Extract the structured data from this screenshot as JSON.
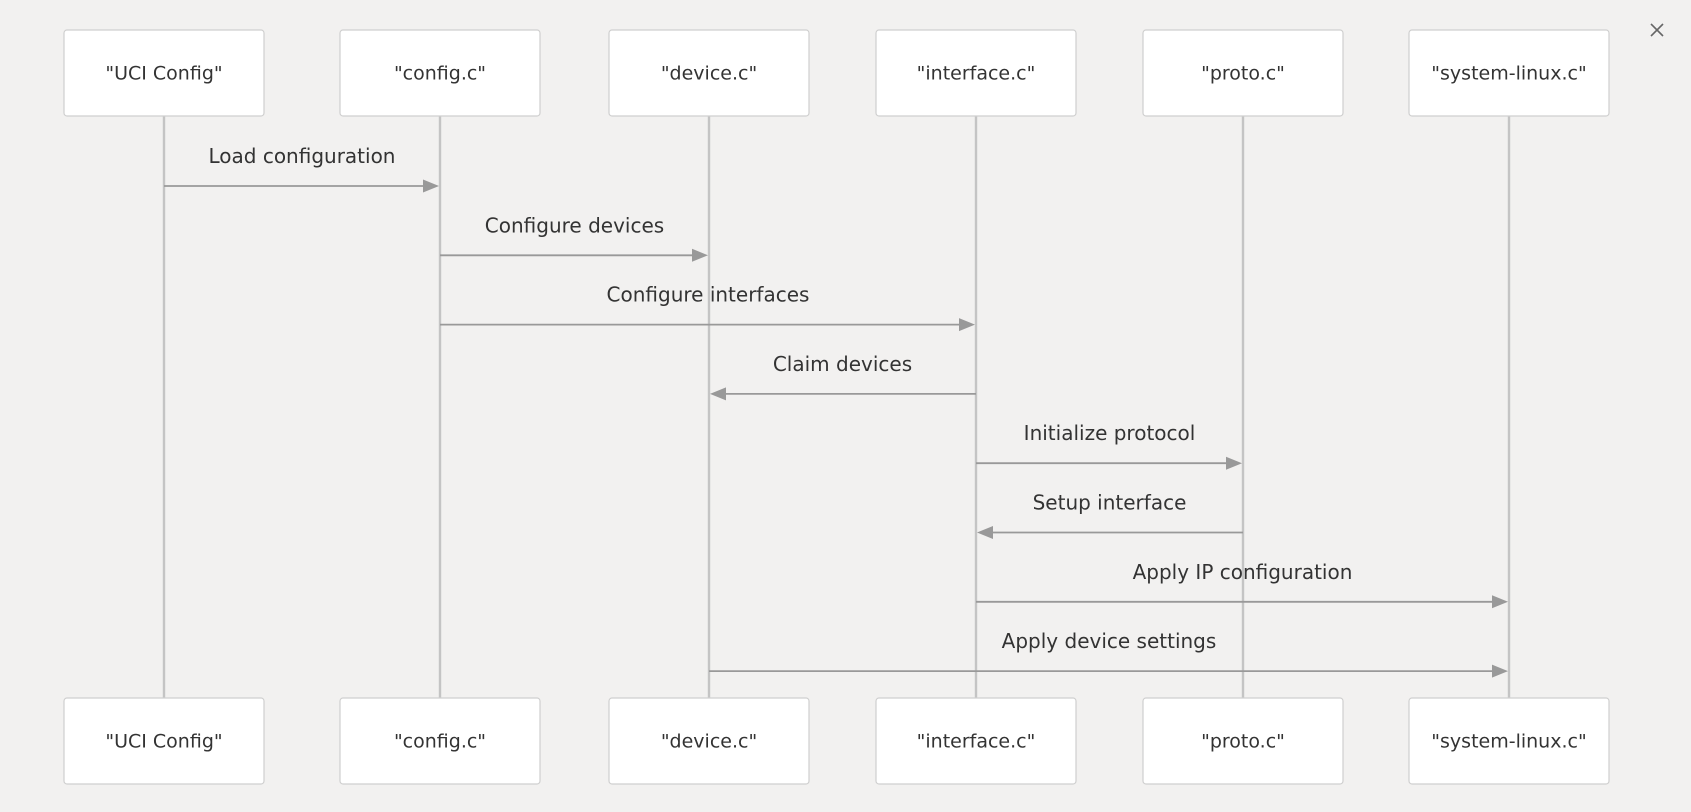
{
  "participants": [
    {
      "id": "uci",
      "label": "\"UCI Config\""
    },
    {
      "id": "config",
      "label": "\"config.c\""
    },
    {
      "id": "device",
      "label": "\"device.c\""
    },
    {
      "id": "interface",
      "label": "\"interface.c\""
    },
    {
      "id": "proto",
      "label": "\"proto.c\""
    },
    {
      "id": "system",
      "label": "\"system-linux.c\""
    }
  ],
  "messages": [
    {
      "from": "uci",
      "to": "config",
      "label": "Load configuration"
    },
    {
      "from": "config",
      "to": "device",
      "label": "Configure devices"
    },
    {
      "from": "config",
      "to": "interface",
      "label": "Configure interfaces"
    },
    {
      "from": "interface",
      "to": "device",
      "label": "Claim devices"
    },
    {
      "from": "interface",
      "to": "proto",
      "label": "Initialize protocol"
    },
    {
      "from": "proto",
      "to": "interface",
      "label": "Setup interface"
    },
    {
      "from": "interface",
      "to": "system",
      "label": "Apply IP configuration"
    },
    {
      "from": "device",
      "to": "system",
      "label": "Apply device settings"
    }
  ],
  "close_icon": "close-icon"
}
